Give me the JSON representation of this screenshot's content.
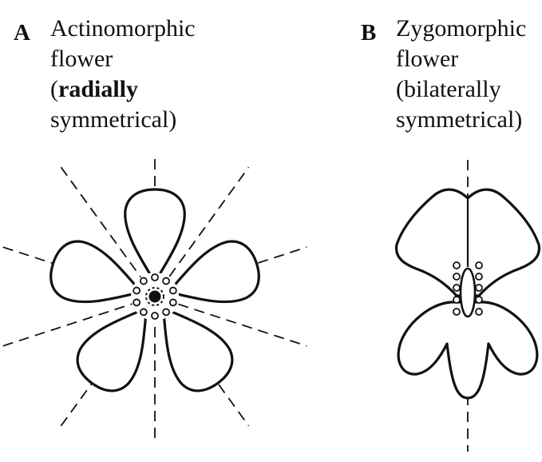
{
  "panel_a": {
    "letter": "A",
    "line1": "Actinomorphic",
    "line2": "flower",
    "line3_open": "(",
    "line3_bold": "radially",
    "line4": "symmetrical)"
  },
  "panel_b": {
    "letter": "B",
    "line1": "Zygomorphic",
    "line2": "flower",
    "line3": "(bilaterally",
    "line4": "symmetrical)"
  },
  "colors": {
    "ink": "#111111",
    "background": "#ffffff"
  }
}
